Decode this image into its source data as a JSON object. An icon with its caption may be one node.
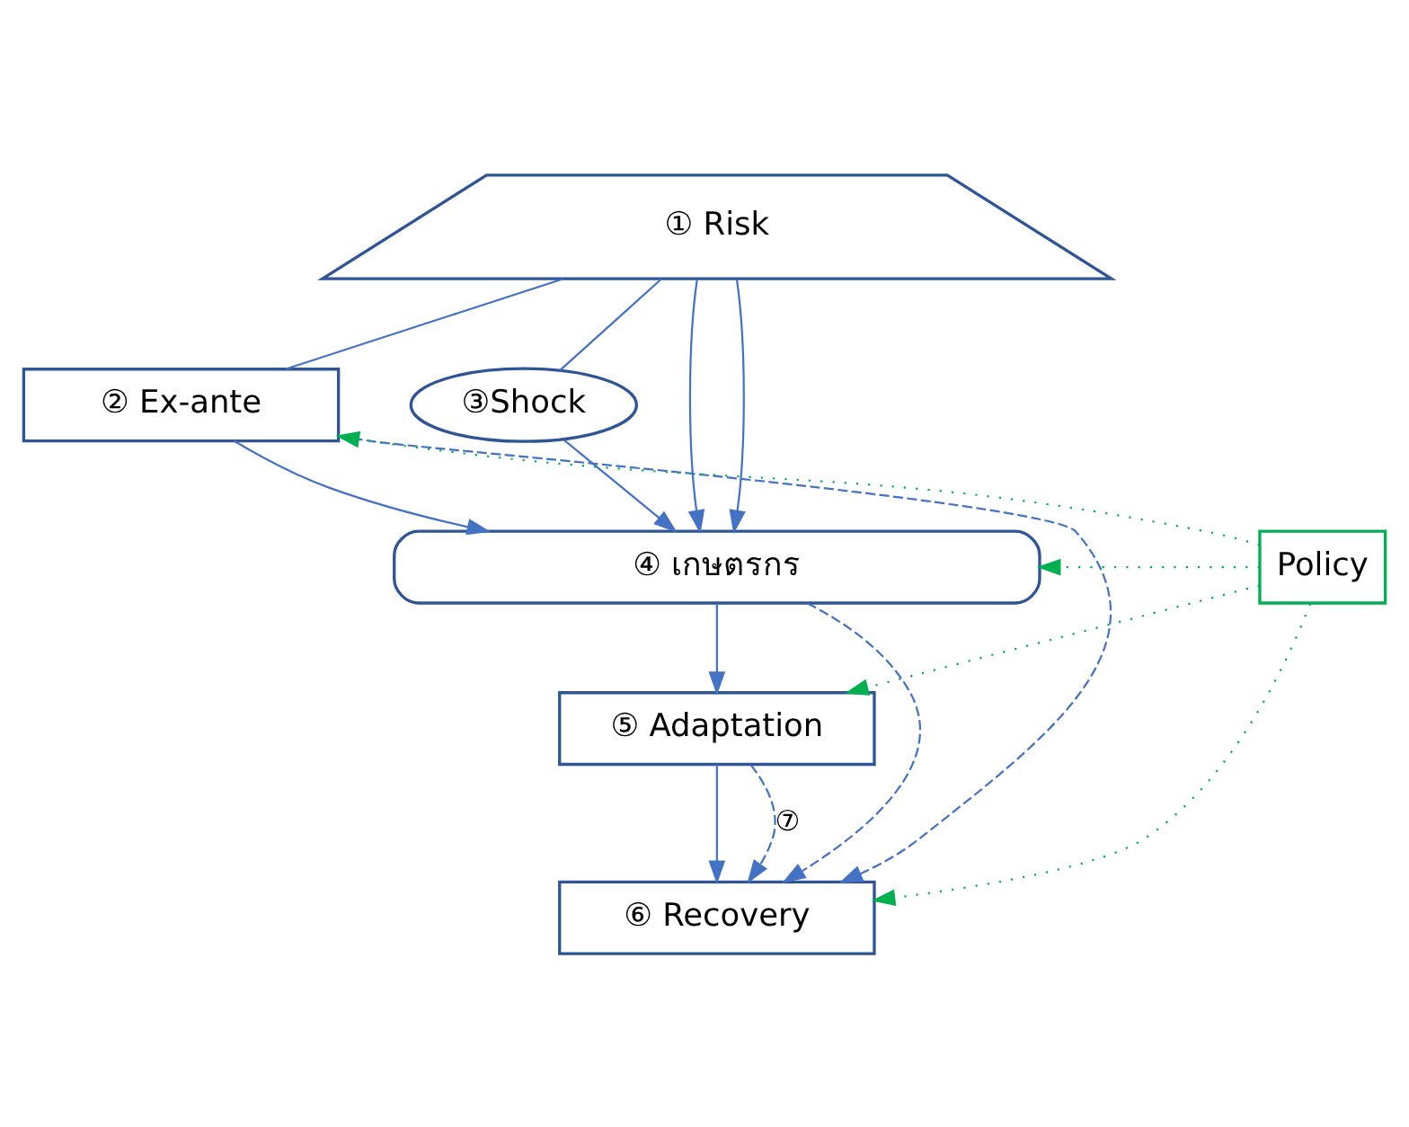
{
  "diagram": {
    "nodes": [
      {
        "text": [
          "① Risk"
        ]
      },
      {
        "text": [
          "② Ex-ante"
        ]
      },
      {
        "text": [
          "③Shock"
        ]
      },
      {
        "text": [
          "Policy"
        ]
      },
      {
        "text": [
          "④ เกษตรกร"
        ]
      },
      {
        "text": [
          "⑤ Adaptation"
        ]
      },
      {
        "text": [
          "⑥ Recovery"
        ]
      }
    ],
    "edges": [
      {
        "from": 0,
        "to": 1,
        "arrow": "none"
      },
      {
        "from": 1,
        "to": 4,
        "arrow": "to"
      },
      {
        "from": 0,
        "to": 2,
        "arrow": "none"
      },
      {
        "from": 2,
        "to": 4,
        "arrow": "to"
      },
      {
        "from": 0,
        "to": 4,
        "arrow": "to"
      },
      {
        "from": 0,
        "to": 4,
        "arrow": "to"
      },
      {
        "from": 4,
        "to": 5,
        "arrow": "to"
      },
      {
        "from": 5,
        "to": 6,
        "arrow": "to"
      },
      {
        "from": 3,
        "to": 1,
        "arrow": "to",
        "style": "dashed",
        "color": "#00b050"
      },
      {
        "from": 3,
        "to": 4,
        "arrow": "to",
        "style": "dashed",
        "color": "#00b050"
      },
      {
        "from": 3,
        "to": 5,
        "arrow": "to",
        "style": "dashed",
        "color": "#00b050"
      },
      {
        "from": 3,
        "to": 6,
        "arrow": "to",
        "style": "dashed",
        "color": "#00b050"
      },
      {
        "from": 1,
        "to": 6,
        "arrow": "to",
        "style": "dashed"
      },
      {
        "from": 4,
        "to": 6,
        "arrow": "to",
        "style": "dashed"
      },
      {
        "from": 5,
        "to": 6,
        "arrow": "to",
        "style": "dashed",
        "label": "⑦"
      }
    ]
  }
}
